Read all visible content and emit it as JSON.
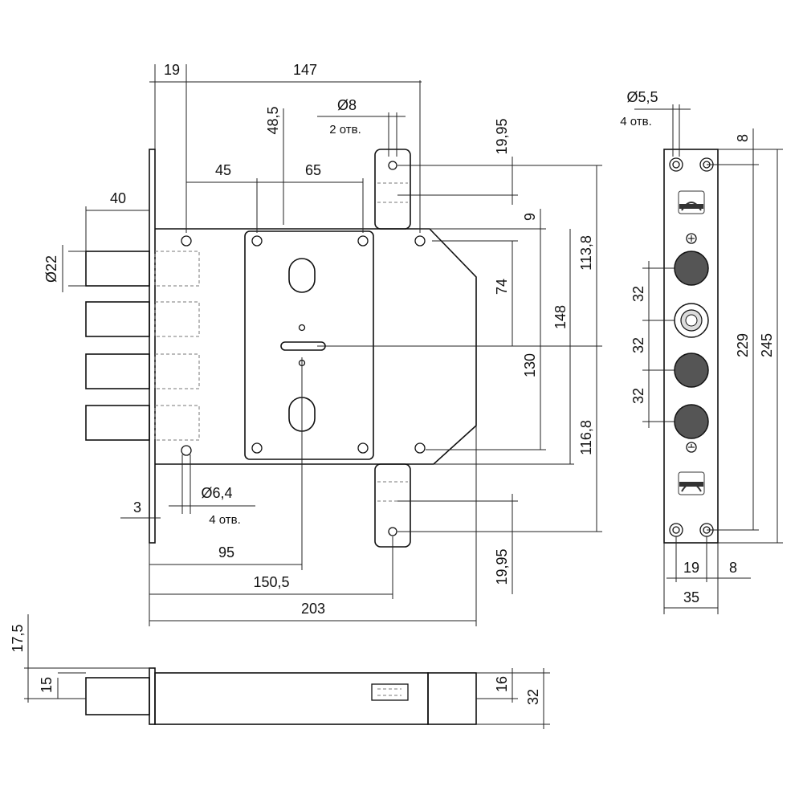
{
  "front_view": {
    "dims": {
      "plate_width": "19",
      "body_length": "147",
      "hole_dia": "Ø8",
      "hole_count_top": "2 отв.",
      "offset_vertical": "48,5",
      "spacing_45": "45",
      "spacing_65": "65",
      "bolt_throw": "40",
      "bolt_dia": "Ø22",
      "top_hole_offset": "19,95",
      "dim_9": "9",
      "dim_74": "74",
      "dim_148": "148",
      "dim_130": "130",
      "dim_113": "113,8",
      "dim_116": "116,8",
      "bottom_hole_offset": "19,95",
      "small_hole_dia": "Ø6,4",
      "hole_count_bottom": "4 отв.",
      "plate_thickness": "3",
      "backset": "95",
      "length_150": "150,5",
      "overall_length": "203"
    }
  },
  "faceplate_view": {
    "dims": {
      "screw_dia": "Ø5,5",
      "screw_count": "4 отв.",
      "top_offset": "8",
      "pitch_1": "32",
      "pitch_2": "32",
      "pitch_3": "32",
      "height_229": "229",
      "height_245": "245",
      "bottom_19": "19",
      "bottom_8": "8",
      "width_35": "35"
    }
  },
  "side_view": {
    "dims": {
      "height_17": "17,5",
      "height_15": "15",
      "height_16": "16",
      "height_32": "32"
    }
  }
}
